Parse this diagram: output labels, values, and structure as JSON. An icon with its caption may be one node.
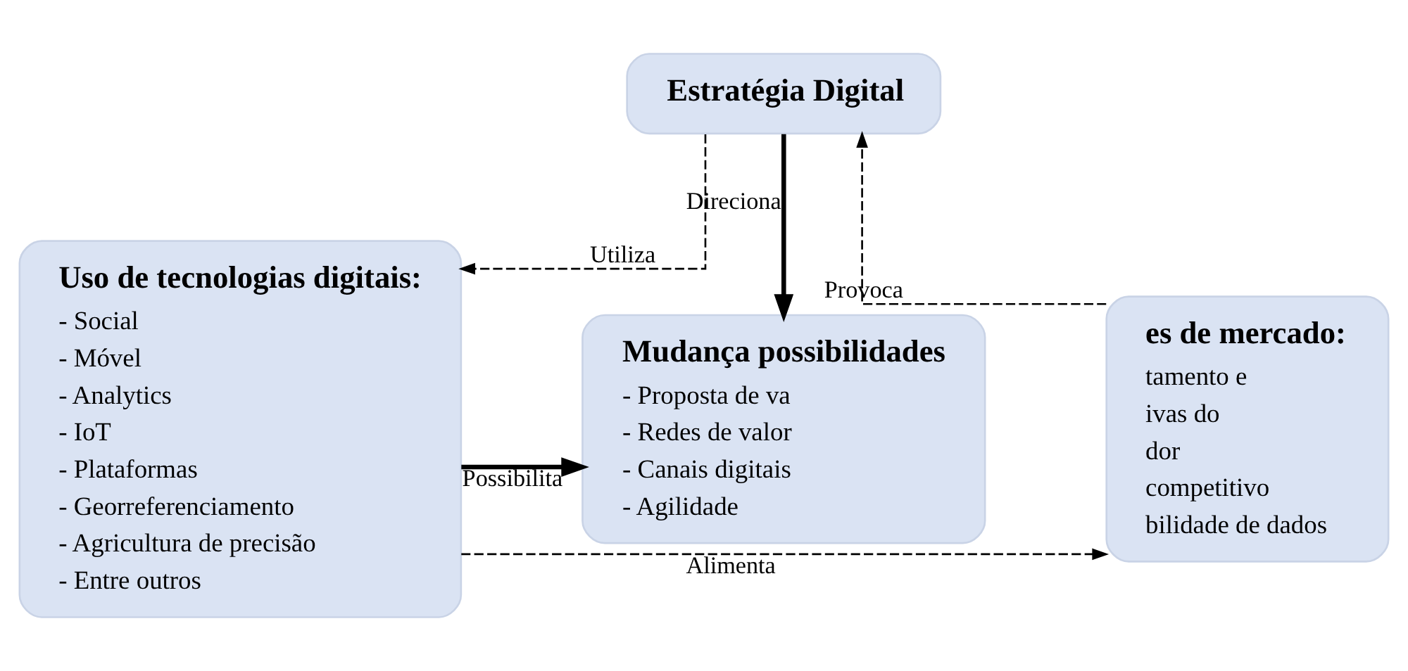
{
  "diagram": {
    "nodes": [
      {
        "text": [
          "Estratégia Digital"
        ]
      },
      {
        "text": [
          "Uso de tecnologias digitais:",
          "- Social",
          "- Móvel",
          "- Analytics",
          "- IoT",
          "- Plataformas",
          "- Georreferenciamento",
          "- Agricultura de precisão",
          "- Entre outros"
        ]
      },
      {
        "text": [
          "es de mercado:",
          "tamento e",
          "ivas do",
          "dor",
          "competitivo",
          "bilidade de dados"
        ]
      },
      {
        "text": [
          "Mudança possibilidades",
          "- Proposta de va",
          "- Redes de valor",
          "- Canais digitais",
          "- Agilidade"
        ]
      }
    ],
    "edges": [
      {
        "from": 2,
        "to": 0,
        "arrow": "to",
        "label": "Provoca",
        "style": "dashed"
      },
      {
        "from": 0,
        "to": 1,
        "arrow": "to",
        "label": "Utiliza",
        "style": "dashed"
      },
      {
        "from": 0,
        "to": 3,
        "arrow": "to",
        "label": "Direciona",
        "style": "thick"
      },
      {
        "from": 1,
        "to": 2,
        "arrow": "to",
        "label": "Alimenta",
        "style": "dashed"
      },
      {
        "from": 1,
        "to": 3,
        "arrow": "to",
        "label": "Possibilita",
        "style": "thick"
      }
    ]
  }
}
